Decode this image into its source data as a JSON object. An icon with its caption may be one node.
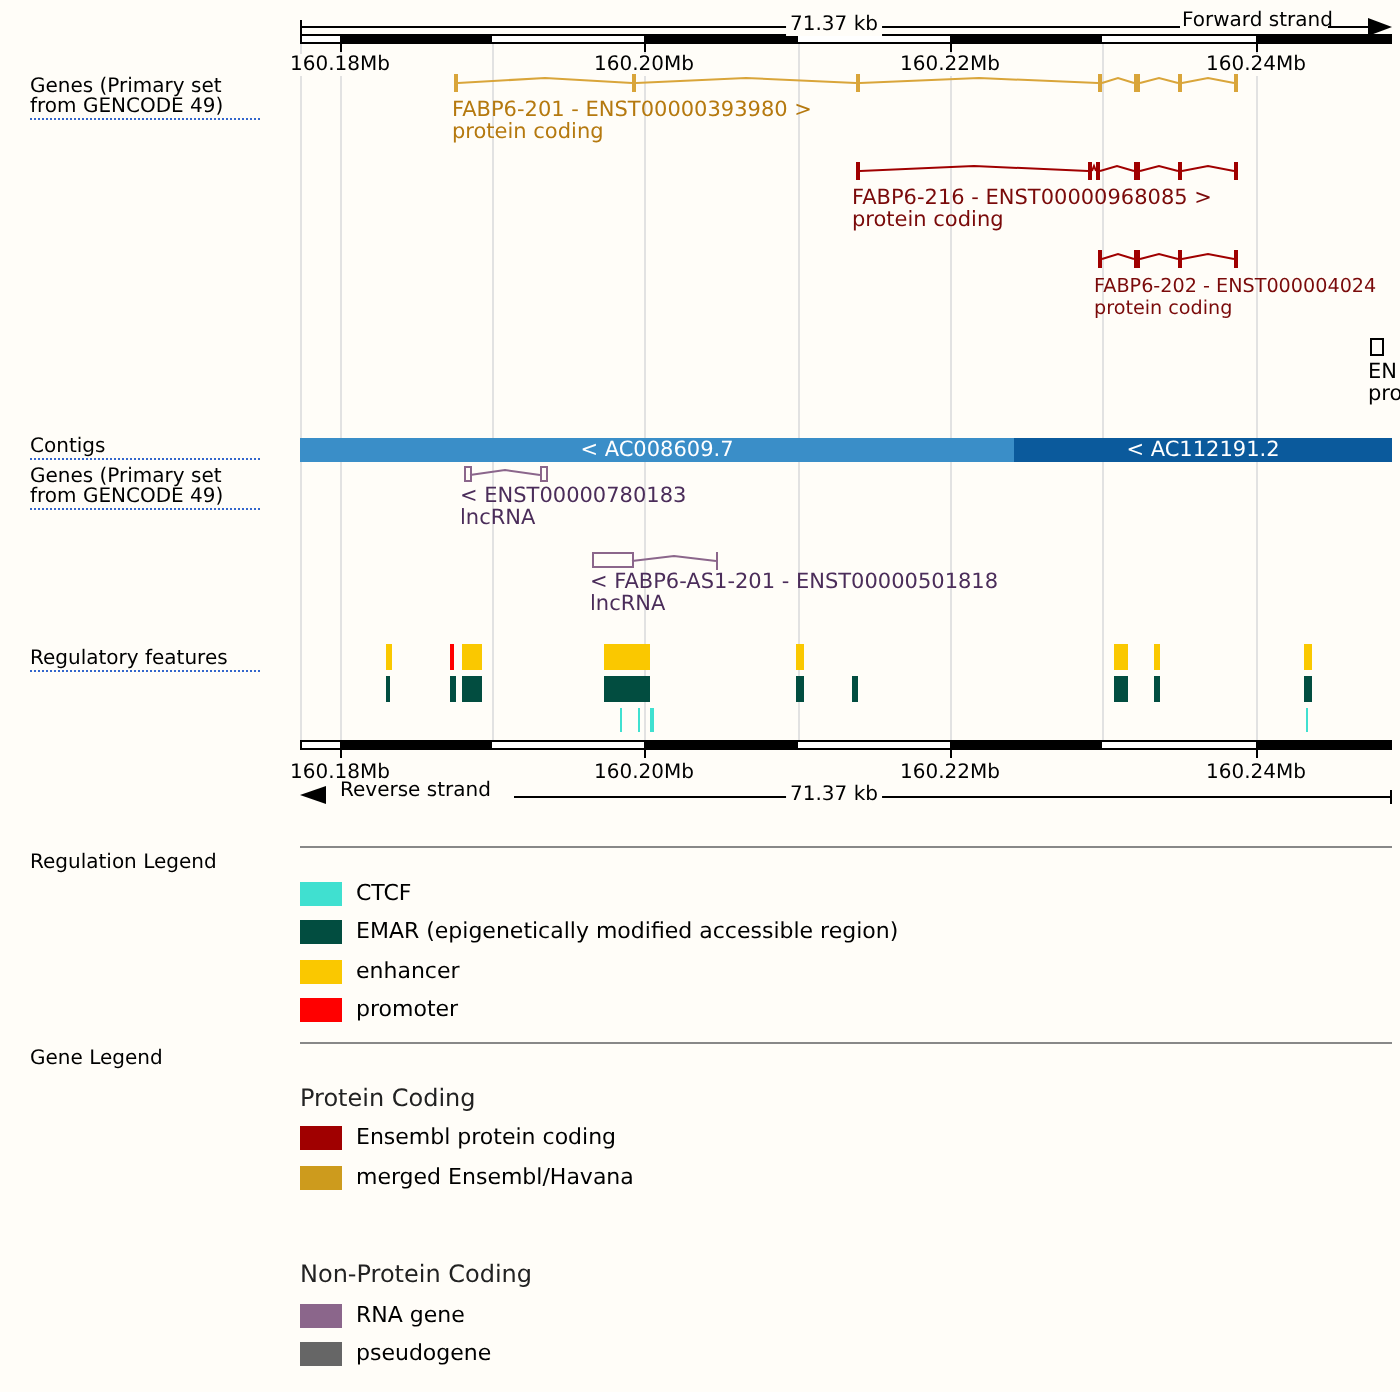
{
  "diagram": {
    "nodes": [
      {
        "text": [
          "FABP6-201 - ENST00000393980 >",
          "protein coding"
        ]
      },
      {
        "text": [
          "FABP6-216 - ENST00000968085 >",
          "protein coding"
        ]
      },
      {
        "text": [
          "FABP6-202 - ENST000004024",
          "protein coding"
        ]
      },
      {
        "text": [
          "EN",
          "pro"
        ]
      },
      {
        "text": [
          "< AC008609.7"
        ]
      },
      {
        "text": [
          "< AC112191.2"
        ]
      },
      {
        "text": [
          "< ENST00000780183",
          "lncRNA"
        ]
      },
      {
        "text": [
          "< FABP6-AS1-201 - ENST00000501818",
          "lncRNA"
        ]
      }
    ],
    "labels": [
      "71.37 kb",
      "Forward strand",
      "160.18Mb",
      "160.20Mb",
      "160.22Mb",
      "160.24Mb",
      "Genes (Primary set from GENCODE 49)",
      "Contigs",
      "Genes (Primary set from GENCODE 49)",
      "Regulatory features",
      "160.18Mb",
      "160.20Mb",
      "160.22Mb",
      "160.24Mb",
      "Reverse strand",
      "71.37 kb",
      "Regulation Legend",
      "Gene Legend",
      "Protein Coding",
      "Non-Protein Coding"
    ],
    "legend": [
      {
        "text": "CTCF",
        "color": "#40e0d0"
      },
      {
        "text": "EMAR (epigenetically modified accessible region)",
        "color": "#024d40"
      },
      {
        "text": "enhancer",
        "color": "#fac800"
      },
      {
        "text": "promoter",
        "color": "#ff0000"
      },
      {
        "text": "Ensembl protein coding",
        "color": "#a00000"
      },
      {
        "text": "merged Ensembl/Havana",
        "color": "#cd9b1d"
      },
      {
        "text": "RNA gene",
        "color": "#8b668b"
      },
      {
        "text": "pseudogene",
        "color": "#666666"
      }
    ]
  }
}
